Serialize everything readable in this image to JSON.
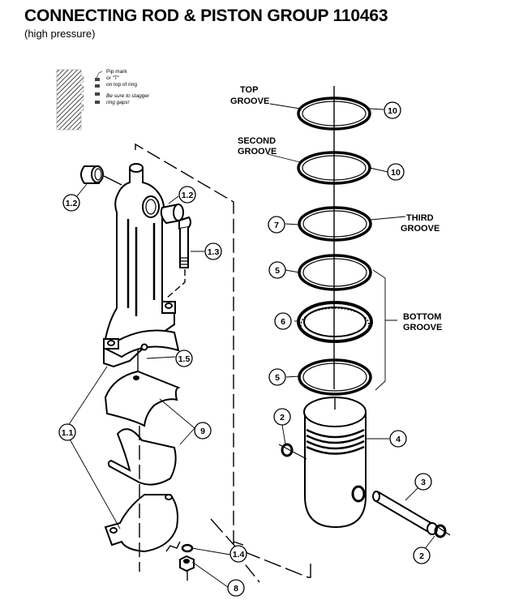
{
  "header": {
    "title": "CONNECTING ROD & PISTON GROUP 110463",
    "subtitle": "(high  pressure)"
  },
  "inset_note": {
    "line1": "Pip mark",
    "line2": "or \"T\"",
    "line3": "on top of ring",
    "line4": "Be sure to stagger",
    "line5": "ring gaps!"
  },
  "groove_labels": {
    "top": [
      "TOP",
      "GROOVE"
    ],
    "second": [
      "SECOND",
      "GROOVE"
    ],
    "third": [
      "THIRD",
      "GROOVE"
    ],
    "bottom": [
      "BOTTOM",
      "GROOVE"
    ]
  },
  "callouts": {
    "c10a": "10",
    "c10b": "10",
    "c7": "7",
    "c5a": "5",
    "c6": "6",
    "c5b": "5",
    "c4": "4",
    "c2a": "2",
    "c3": "3",
    "c2b": "2",
    "c1_2a": "1.2",
    "c1_2b": "1.2",
    "c1_3": "1.3",
    "c1_5": "1.5",
    "c1_1": "1.1",
    "c9": "9",
    "c1_4": "1.4",
    "c8": "8"
  }
}
